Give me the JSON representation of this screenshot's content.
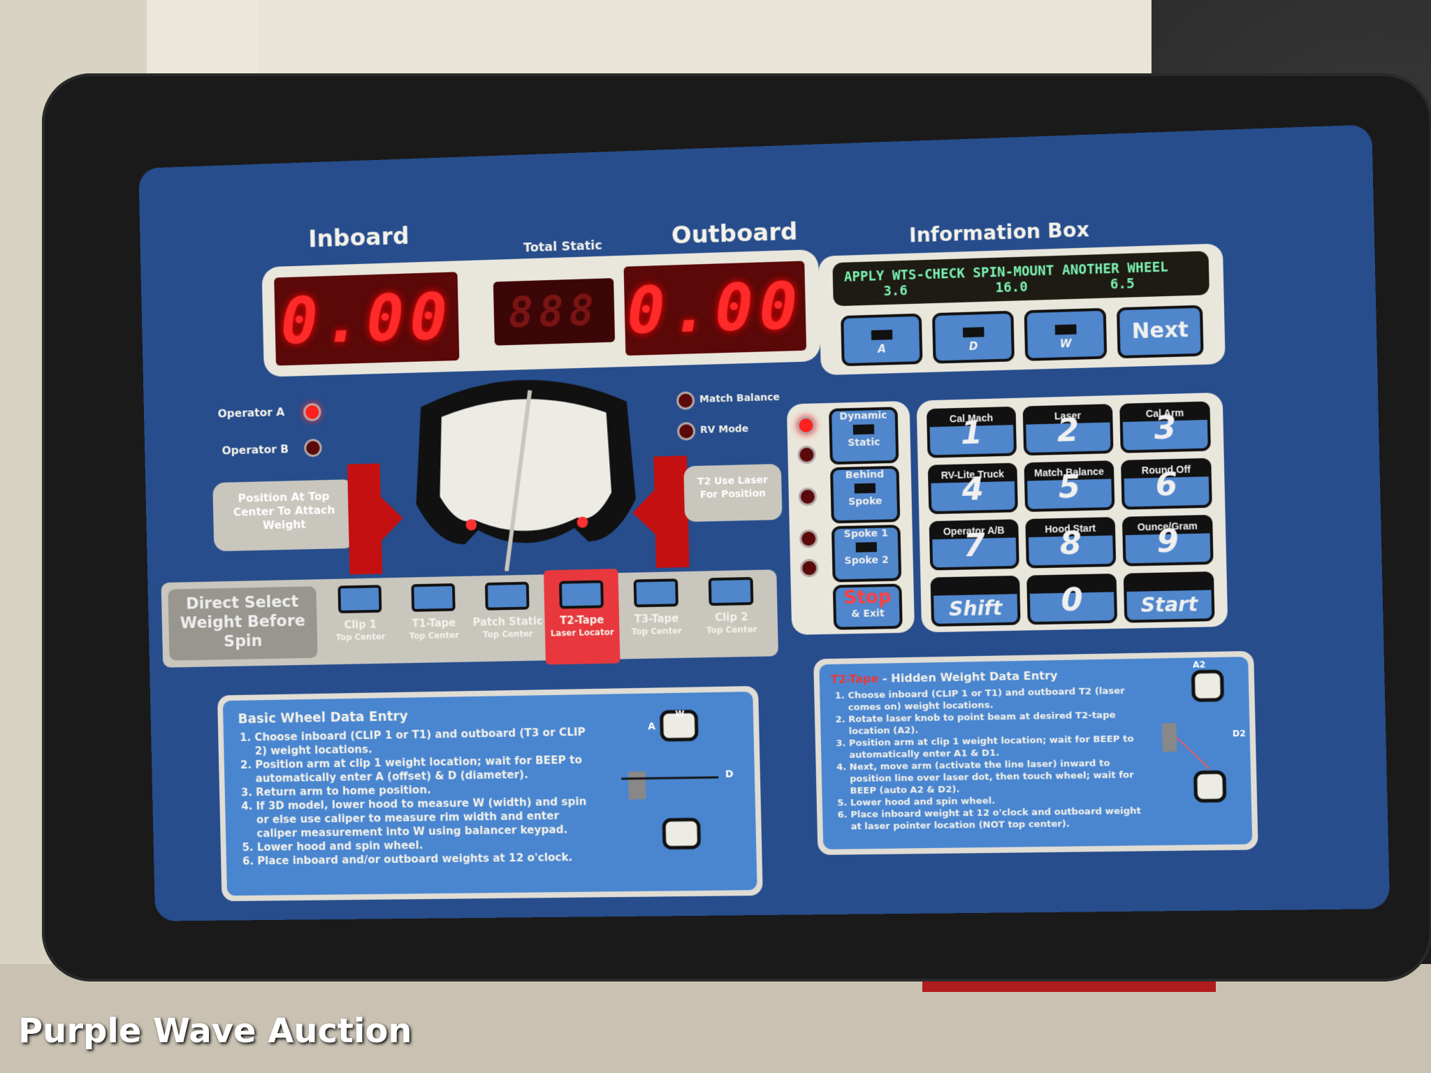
{
  "displays": {
    "inboard_label": "Inboard",
    "inboard_value": "0.00",
    "total_static_label": "Total Static",
    "total_static_value": "888",
    "outboard_label": "Outboard",
    "outboard_value": "0.00"
  },
  "info_box": {
    "title": "Information Box",
    "line1": "APPLY WTS-CHECK SPIN-MOUNT ANOTHER WHEEL",
    "values": [
      "3.6",
      "16.0",
      "6.5"
    ],
    "buttons": [
      "A",
      "D",
      "W"
    ],
    "next": "Next"
  },
  "operators": {
    "a": "Operator A",
    "b": "Operator B",
    "a_on": true,
    "b_on": false
  },
  "modes": {
    "match_balance": "Match Balance",
    "rv_mode": "RV Mode"
  },
  "position_note": "Position At Top Center To Attach Weight",
  "laser_note": "T2 Use Laser For Position",
  "side_keys": [
    {
      "top": "Dynamic",
      "bottom": "Static",
      "led_on": true
    },
    {
      "top": "Behind",
      "bottom": "Spoke",
      "led_on": false
    },
    {
      "top": "Spoke 1",
      "bottom": "Spoke 2",
      "led_on": false
    }
  ],
  "stop": {
    "label": "Stop",
    "sub": "& Exit"
  },
  "keypad": [
    {
      "top": "Cal Mach",
      "num": "1"
    },
    {
      "top": "Laser",
      "num": "2"
    },
    {
      "top": "Cal Arm",
      "num": "3"
    },
    {
      "top": "RV-Lite Truck",
      "num": "4"
    },
    {
      "top": "Match Balance",
      "num": "5"
    },
    {
      "top": "Round Off",
      "num": "6"
    },
    {
      "top": "Operator A/B",
      "num": "7"
    },
    {
      "top": "Hood Start",
      "num": "8"
    },
    {
      "top": "Ounce/Gram",
      "num": "9"
    },
    {
      "top": "",
      "num": "Shift"
    },
    {
      "top": "",
      "num": "0"
    },
    {
      "top": "",
      "num": "Start"
    }
  ],
  "direct_select": {
    "title": "Direct Select Weight Before Spin",
    "options": [
      {
        "label": "Clip 1",
        "sub": "Top Center"
      },
      {
        "label": "T1-Tape",
        "sub": "Top Center"
      },
      {
        "label": "Patch Static",
        "sub": "Top Center"
      },
      {
        "label": "T2-Tape",
        "sub": "Laser Locator"
      },
      {
        "label": "T3-Tape",
        "sub": "Top Center"
      },
      {
        "label": "Clip 2",
        "sub": "Top Center"
      }
    ]
  },
  "basic_entry": {
    "title": "Basic Wheel Data Entry",
    "steps": [
      "Choose inboard (CLIP 1 or T1) and outboard (T3 or CLIP 2) weight locations.",
      "Position arm at clip 1 weight location; wait for BEEP to automatically enter A (offset) & D (diameter).",
      "Return arm to home position.",
      "If 3D model, lower hood to measure W (width) and spin or else use caliper to measure rim width and enter caliper measurement into W using balancer keypad.",
      "Lower hood and spin wheel.",
      "Place inboard and/or outboard weights at 12 o'clock."
    ],
    "diagram_labels": [
      "A",
      "W",
      "D"
    ]
  },
  "t2_entry": {
    "title_red": "T2-Tape",
    "title": " - Hidden Weight Data Entry",
    "steps": [
      "Choose inboard (CLIP 1 or T1) and outboard T2 (laser comes on) weight locations.",
      "Rotate laser knob to point beam at desired T2-tape location (A2).",
      "Position arm at clip 1 weight location; wait for BEEP to automatically enter A1 & D1.",
      "Next, move arm (activate the line laser) inward to position line over laser dot, then touch wheel; wait for BEEP (auto A2 & D2).",
      "Lower hood and spin wheel.",
      "Place inboard weight at 12 o'clock and outboard weight at laser pointer location (NOT top center)."
    ],
    "diagram_labels": [
      "A2",
      "D2"
    ]
  },
  "watermark": "Purple Wave Auction"
}
